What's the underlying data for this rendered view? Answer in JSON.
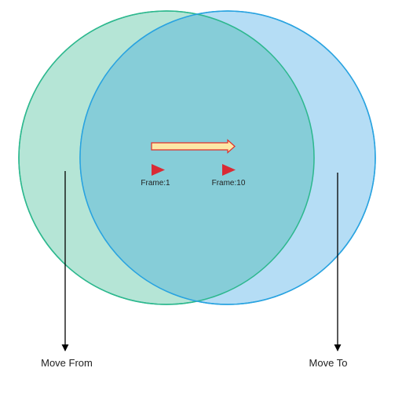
{
  "frames": {
    "start": "Frame:1",
    "end": "Frame:10"
  },
  "labels": {
    "from": "Move From",
    "to": "Move To"
  },
  "colors": {
    "from_circle_fill": "#a8e0cf",
    "from_circle_stroke": "#2db88e",
    "to_circle_fill": "#a3d4f2",
    "to_circle_stroke": "#29a3e0",
    "overlap_tint": "#86cdd8",
    "arrow_fill": "#fde8a6",
    "arrow_stroke": "#e0302a",
    "marker": "#d92b35",
    "line": "#000000"
  },
  "icons": {
    "motion_arrow": "right-arrow-icon",
    "frame_marker": "play-triangle-icon"
  }
}
